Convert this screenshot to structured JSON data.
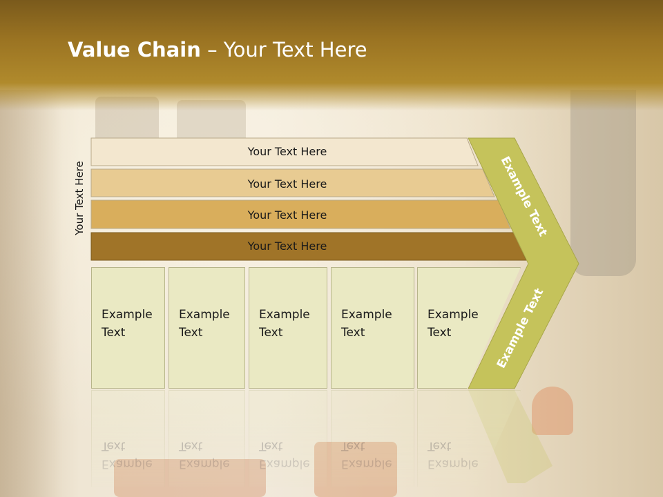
{
  "title": {
    "bold": "Value Chain",
    "rest": " – Your Text Here"
  },
  "side_label": "Your Text Here",
  "rows": [
    {
      "label": "Your Text Here",
      "color": "#f3e7cf"
    },
    {
      "label": "Your Text Here",
      "color": "#e8cb92"
    },
    {
      "label": "Your Text Here",
      "color": "#d9ae5c"
    },
    {
      "label": "Your Text Here",
      "color": "#a07428"
    }
  ],
  "chevron": {
    "top_label": "Example Text",
    "bottom_label": "Example Text",
    "color": "#c5c35b"
  },
  "boxes": [
    {
      "line1": "Example",
      "line2": "Text"
    },
    {
      "line1": "Example",
      "line2": "Text"
    },
    {
      "line1": "Example",
      "line2": "Text"
    },
    {
      "line1": "Example",
      "line2": "Text"
    },
    {
      "line1": "Example",
      "line2": "Text"
    }
  ],
  "colors": {
    "header": "#9a7322",
    "box_fill": "#eae9c3",
    "box_border": "#b7b58a"
  }
}
